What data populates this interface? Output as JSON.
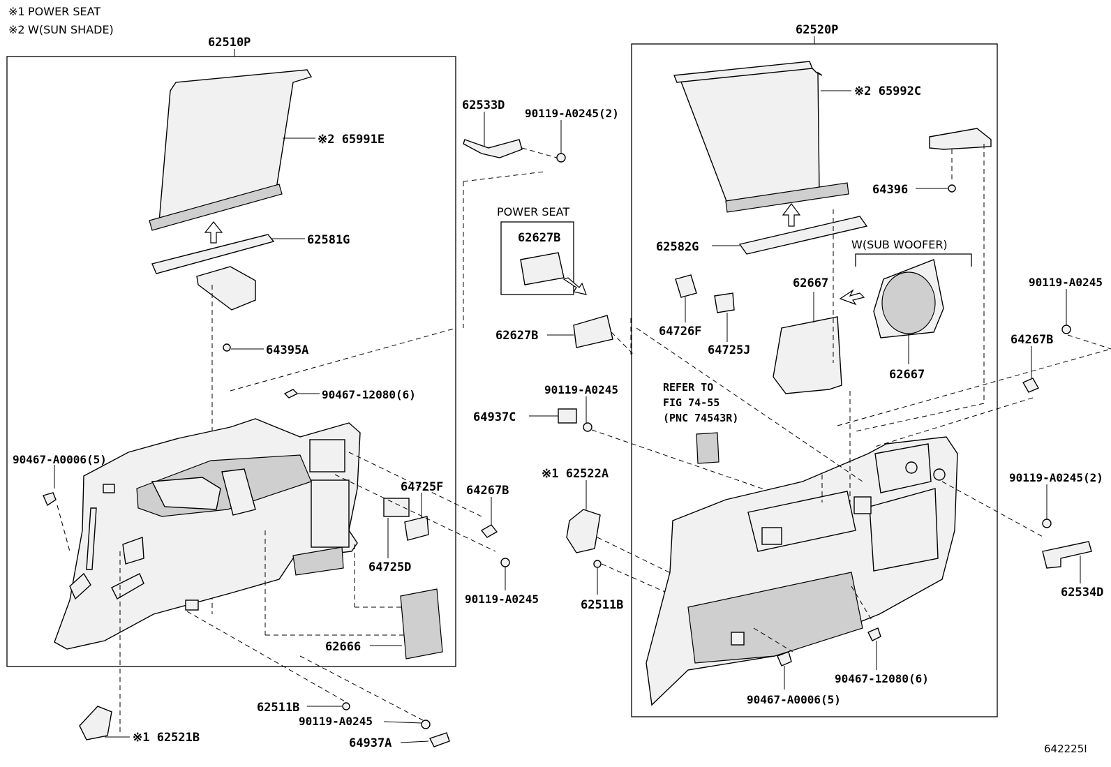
{
  "notes": [
    {
      "marker": "※1",
      "text": "POWER SEAT"
    },
    {
      "marker": "※2",
      "text": "W(SUN SHADE)"
    }
  ],
  "assemblies": {
    "left": "62510P",
    "right": "62520P"
  },
  "boxes": {
    "power_seat_title": "POWER SEAT",
    "sub_woofer_title": "W(SUB WOOFER)"
  },
  "refer": {
    "line1": "REFER TO",
    "line2": "FIG 74-55",
    "line3": "(PNC 74543R)"
  },
  "labels": {
    "p65991E": "※2 65991E",
    "p62581G": "62581G",
    "p64395A": "64395A",
    "p90467_12080_6_left": "90467-12080(6)",
    "p90467_A0006_5_left": "90467-A0006(5)",
    "p64725F": "64725F",
    "p64725D": "64725D",
    "p62666": "62666",
    "p62511B_left": "62511B",
    "p90119_A0245_bottom": "90119-A0245",
    "p64937A": "64937A",
    "p62521B": "※1 62521B",
    "p62533D": "62533D",
    "p90119_A0245_2_top": "90119-A0245(2)",
    "p62627B_box": "62627B",
    "p62627B": "62627B",
    "p90119_A0245_mid": "90119-A0245",
    "p64937C": "64937C",
    "p64267B_left": "64267B",
    "p90119_A0245_lowmid": "90119-A0245",
    "p62522A": "※1 62522A",
    "p62511B_mid": "62511B",
    "p65992C": "※2 65992C",
    "p64396": "64396",
    "p62582G": "62582G",
    "p64726F": "64726F",
    "p64725J": "64725J",
    "p62667_a": "62667",
    "p62667_b": "62667",
    "p90119_A0245_right": "90119-A0245",
    "p64267B_right": "64267B",
    "p90119_A0245_2_right": "90119-A0245(2)",
    "p62534D": "62534D",
    "p90467_12080_6_right": "90467-12080(6)",
    "p90467_A0006_5_right": "90467-A0006(5)"
  },
  "figure_id": "642225I"
}
